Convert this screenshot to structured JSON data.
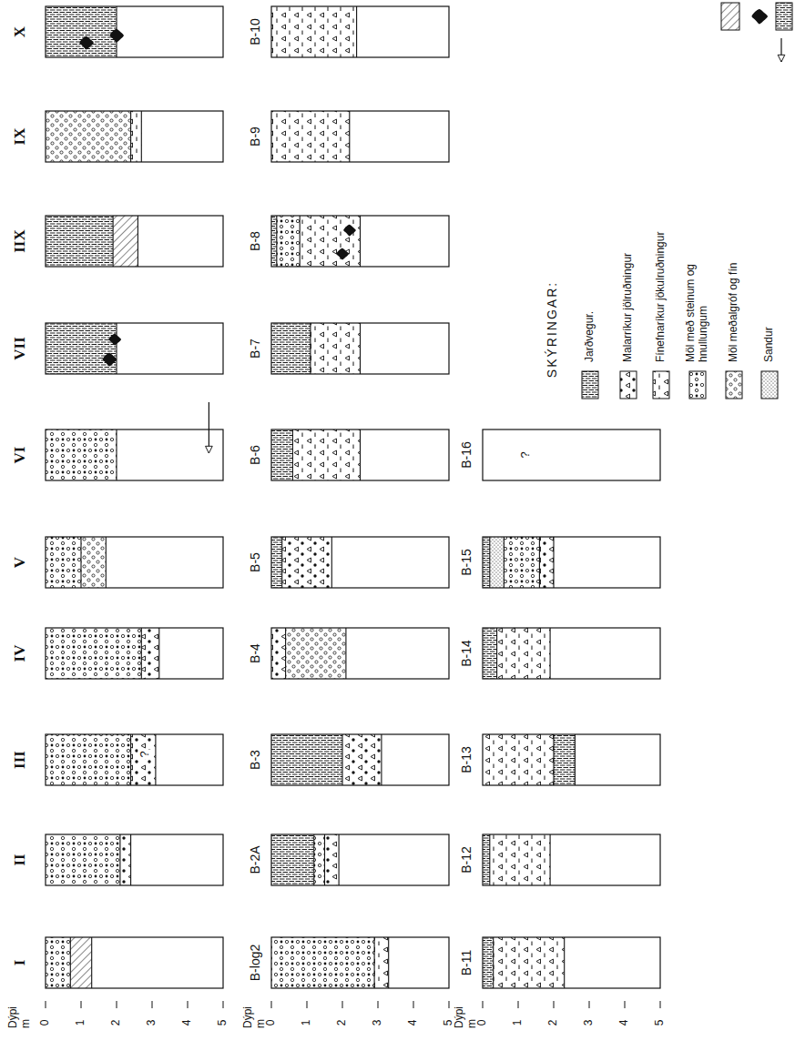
{
  "diagram": {
    "labels": [
      "X",
      "IX",
      "IIX",
      "VII",
      "VI",
      "V",
      "IV",
      "III",
      "II",
      "I",
      "B-10",
      "B-9",
      "B-8",
      "B-7",
      "B-6",
      "B-5",
      "B-4",
      "B-3",
      "B-2A",
      "B-log2",
      "B-16",
      "B-15",
      "B-14",
      "B-13",
      "B-12",
      "B-11",
      "?",
      "?",
      "Dýpi m",
      "0",
      "1",
      "2",
      "3",
      "4",
      "5",
      "Dýpi m",
      "0",
      "1",
      "2",
      "3",
      "4",
      "5",
      "Dýpi m",
      "0",
      "1",
      "2",
      "3",
      "4",
      "5",
      "SKÝRINGAR:"
    ],
    "legend": [
      {
        "text": "Jarðvegur."
      },
      {
        "text": "Malarríkur jölruðningur"
      },
      {
        "text": "Fínefnaríkur jökulruðningur"
      },
      {
        "text": "Möl með steinum og hnullungum"
      },
      {
        "text": "Möl meðalgróf og fín"
      },
      {
        "text": "Sandur"
      }
    ]
  }
}
